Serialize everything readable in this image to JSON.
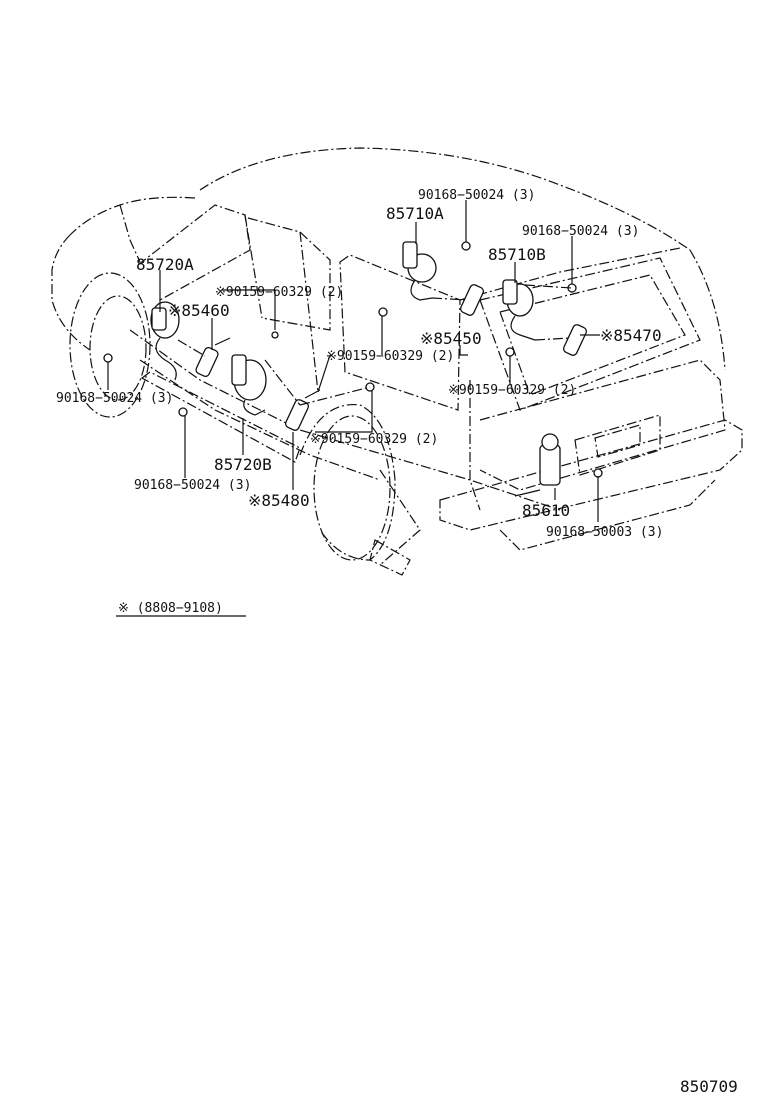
{
  "labels": {
    "p85720A": "85720A",
    "p85460": "※85460",
    "p90159_a": "※90159−60329 (2)",
    "p90168_left": "90168−50024 (3)",
    "p90159_b": "※90159−60329 (2)",
    "p85720B": "85720B",
    "p90168_bottom": "90168−50024 (3)",
    "p85480": "※85480",
    "p90159_c": "※90159−60329 (2)",
    "p90168_top": "90168−50024 (3)",
    "p85710A": "85710A",
    "p90168_right": "90168−50024 (3)",
    "p85710B": "85710B",
    "p85450": "※85450",
    "p85470": "※85470",
    "p90159_d": "※90159−60329 (2)",
    "p85610": "85610",
    "p90168_rear": "90168−50003 (3)"
  },
  "note": "※ (8808−9108)",
  "figure_code": "850709"
}
